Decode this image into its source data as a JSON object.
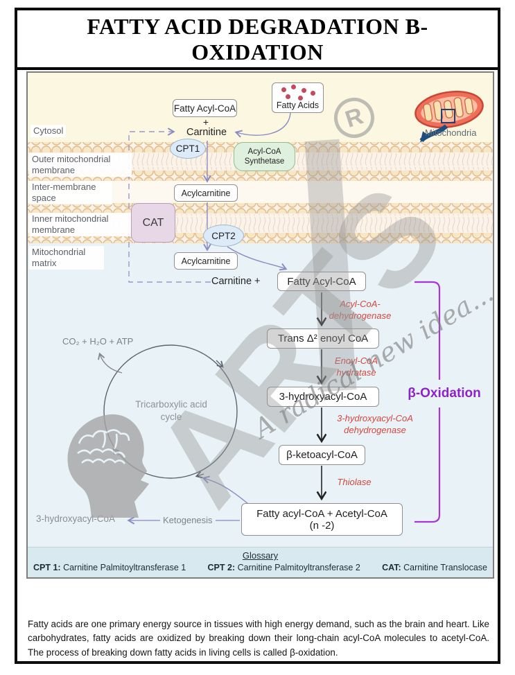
{
  "title": "FATTY ACID DEGRADATION B-OXIDATION",
  "regions": {
    "cytosol": "Cytosol",
    "outer_membrane": "Outer mitochondrial membrane",
    "intermembrane_space": "Inter-membrane space",
    "inner_membrane": "Inner mitochondrial membrane",
    "matrix": "Mitochondrial matrix"
  },
  "transport": {
    "fatty_acyl_coa": "Fatty Acyl-CoA",
    "plus": "+",
    "carnitine": "Carnitine",
    "fatty_acids": "Fatty Acids",
    "mitochondria": "Mitochondria",
    "cpt1": "CPT1",
    "synthetase": "Acyl-CoA Synthetase",
    "acylcarnitine_ims": "Acylcarnitine",
    "cat": "CAT",
    "cpt2": "CPT2",
    "acylcarnitine_matrix": "Acylcarnitine"
  },
  "pathway": {
    "carnitine_plus": "Carnitine +",
    "fatty_acyl_coa": "Fatty Acyl-CoA",
    "enzyme1": "Acyl-CoA-dehydrogenase",
    "trans_enoyl_coa": "Trans Δ² enoyl CoA",
    "enzyme2": "Enoyl-CoA hydratase",
    "hydroxyacyl_coa": "3-hydroxyacyl-CoA",
    "enzyme3": "3-hydroxyacyl-CoA dehydrogenase",
    "ketoacyl_coa": "β-ketoacyl-CoA",
    "enzyme4": "Thiolase",
    "product_line1": "Fatty acyl-CoA + Acetyl-CoA",
    "product_line2": "(n -2)",
    "beta_oxidation": "β-Oxidation"
  },
  "cycle": {
    "tca": "Tricarboxylic acid cycle",
    "outputs": "CO₂ + H₂O + ATP",
    "ketogenesis": "Ketogenesis",
    "hydroxyacyl_coa": "3-hydroxyacyl-CoA"
  },
  "glossary": {
    "heading": "Glossary",
    "entries": [
      {
        "abbr": "CPT 1:",
        "full": "Carnitine Palmitoyltransferase 1"
      },
      {
        "abbr": "CPT 2:",
        "full": "Carnitine Palmitoyltransferase 2"
      },
      {
        "abbr": "CAT:",
        "full": "Carnitine Translocase"
      }
    ]
  },
  "footer": "Fatty acids are one primary energy source in tissues with high energy demand, such as the brain and heart. Like carbohydrates, fatty acids are oxidized by breaking down their long-chain acyl-CoA molecules to acetyl-CoA. The process of breaking down fatty acids in living cells is called β-oxidation.",
  "watermark": {
    "registered": "R",
    "brand": "ARTS",
    "tagline": "A radical new idea..."
  },
  "colors": {
    "enzyme_red": "#d6453d",
    "beta_purple": "#8b22cc",
    "bracket_purple": "#a833d6",
    "flow_purple": "#8b8bc4",
    "navy_arrow": "#1d4e7f",
    "cytosol_bg": "#fbf7e1",
    "intermembrane_bg": "#fdf8f0",
    "matrix_bg": "#e9f3f7",
    "glossary_bg": "#d8e9f0",
    "bead_fill": "#f7e7c6",
    "cpt_fill": "#ddeaf7",
    "synthetase_fill": "#e0f0de",
    "cat_fill": "#e7d7e7",
    "mitochondria_red": "#ef6f5b",
    "fatty_acid_dot": "#c4495c"
  }
}
